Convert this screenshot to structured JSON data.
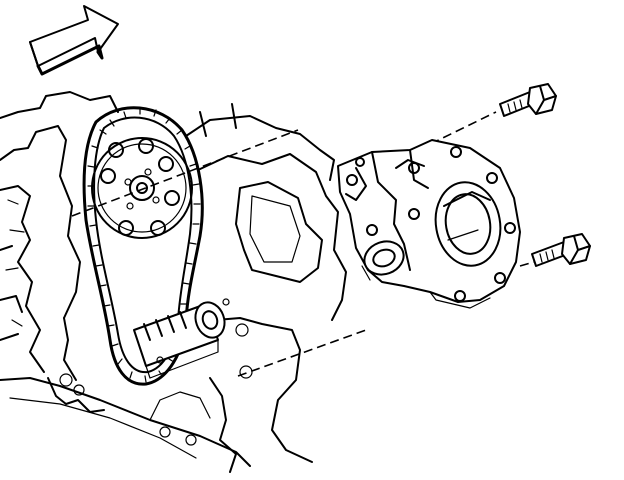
{
  "figure": {
    "components": [
      {
        "name": "direction-arrow-icon"
      },
      {
        "name": "engine-block"
      },
      {
        "name": "camshaft-sprocket"
      },
      {
        "name": "timing-chain"
      },
      {
        "name": "crankshaft-sprocket"
      },
      {
        "name": "oil-pump"
      },
      {
        "name": "oil-pump-bolt"
      }
    ]
  }
}
